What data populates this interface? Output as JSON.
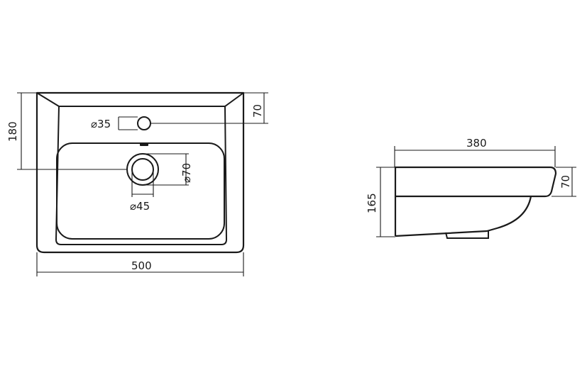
{
  "front_view": {
    "dim_width": "500",
    "dim_depth": "180",
    "dim_top": "70",
    "tap_hole": "⌀35",
    "drain_outer": "⌀70",
    "drain_inner": "⌀45"
  },
  "side_view": {
    "dim_length": "380",
    "dim_height": "165",
    "dim_rim": "70"
  }
}
